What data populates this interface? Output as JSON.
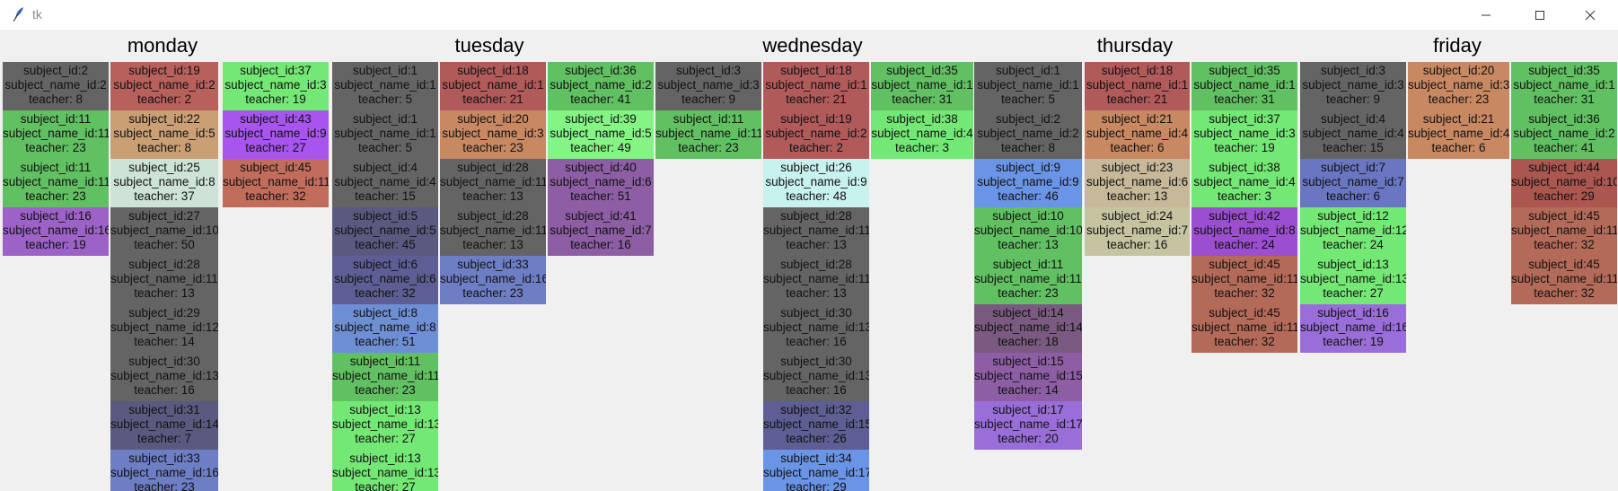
{
  "window": {
    "title": "tk",
    "icon": "feather-icon",
    "controls": [
      "minimize-icon",
      "maximize-icon",
      "close-icon"
    ]
  },
  "days": [
    "monday",
    "tuesday",
    "wednesday",
    "thursday",
    "friday"
  ],
  "colors": {
    "dgray": "#646464",
    "red": "#b7605c",
    "green": "#61c061",
    "lgreen": "#74e874",
    "purple": "#9c62c8",
    "brightpurple": "#a855f0",
    "tan": "#cb9f74",
    "mint": "#cde3d6",
    "salmon": "#c26d5c",
    "slate": "#5a5a80",
    "slate2": "#5e5e94",
    "blue": "#6f8fd4",
    "blue2": "#6e7ec4",
    "midpurple": "#8d5ea4",
    "ltgreen": "#84f484",
    "rosered": "#b05a5a",
    "aqua": "#c8f2ee",
    "bluecore": "#6a94e6",
    "mauve": "#7a5a80",
    "beige": "#c6b898",
    "beige2": "#c6c4a0",
    "lavender": "#9a6ed8",
    "rust": "#b46a58",
    "vivid": "#9c4ed0",
    "blueslate": "#6a76c2",
    "orangetan": "#c88862",
    "darkrose": "#ac5650"
  },
  "columns": [
    {
      "cells": [
        {
          "subject_id": "subject_id:2",
          "subject_name_id": "subject_name_id:2",
          "teacher": "teacher: 8",
          "color": "dgray"
        },
        {
          "subject_id": "subject_id:11",
          "subject_name_id": "subject_name_id:11",
          "teacher": "teacher: 23",
          "color": "green"
        },
        {
          "subject_id": "subject_id:11",
          "subject_name_id": "subject_name_id:11",
          "teacher": "teacher: 23",
          "color": "green"
        },
        {
          "subject_id": "subject_id:16",
          "subject_name_id": "subject_name_id:16",
          "teacher": "teacher: 19",
          "color": "purple"
        }
      ]
    },
    {
      "cells": [
        {
          "subject_id": "subject_id:19",
          "subject_name_id": "subject_name_id:2",
          "teacher": "teacher: 2",
          "color": "red"
        },
        {
          "subject_id": "subject_id:22",
          "subject_name_id": "subject_name_id:5",
          "teacher": "teacher: 8",
          "color": "tan"
        },
        {
          "subject_id": "subject_id:25",
          "subject_name_id": "subject_name_id:8",
          "teacher": "teacher: 37",
          "color": "mint"
        },
        {
          "subject_id": "subject_id:27",
          "subject_name_id": "subject_name_id:10",
          "teacher": "teacher: 50",
          "color": "dgray"
        },
        {
          "subject_id": "subject_id:28",
          "subject_name_id": "subject_name_id:11",
          "teacher": "teacher: 13",
          "color": "dgray"
        },
        {
          "subject_id": "subject_id:29",
          "subject_name_id": "subject_name_id:12",
          "teacher": "teacher: 14",
          "color": "dgray"
        },
        {
          "subject_id": "subject_id:30",
          "subject_name_id": "subject_name_id:13",
          "teacher": "teacher: 16",
          "color": "dgray"
        },
        {
          "subject_id": "subject_id:31",
          "subject_name_id": "subject_name_id:14",
          "teacher": "teacher: 7",
          "color": "slate"
        },
        {
          "subject_id": "subject_id:33",
          "subject_name_id": "subject_name_id:16",
          "teacher": "teacher: 23",
          "color": "blue2"
        }
      ]
    },
    {
      "cells": [
        {
          "subject_id": "subject_id:37",
          "subject_name_id": "subject_name_id:3",
          "teacher": "teacher: 19",
          "color": "lgreen"
        },
        {
          "subject_id": "subject_id:43",
          "subject_name_id": "subject_name_id:9",
          "teacher": "teacher: 27",
          "color": "brightpurple"
        },
        {
          "subject_id": "subject_id:45",
          "subject_name_id": "subject_name_id:11",
          "teacher": "teacher: 32",
          "color": "salmon"
        }
      ]
    },
    {
      "cells": [
        {
          "subject_id": "subject_id:1",
          "subject_name_id": "subject_name_id:1",
          "teacher": "teacher: 5",
          "color": "dgray"
        },
        {
          "subject_id": "subject_id:1",
          "subject_name_id": "subject_name_id:1",
          "teacher": "teacher: 5",
          "color": "dgray"
        },
        {
          "subject_id": "subject_id:4",
          "subject_name_id": "subject_name_id:4",
          "teacher": "teacher: 15",
          "color": "dgray"
        },
        {
          "subject_id": "subject_id:5",
          "subject_name_id": "subject_name_id:5",
          "teacher": "teacher: 45",
          "color": "slate"
        },
        {
          "subject_id": "subject_id:6",
          "subject_name_id": "subject_name_id:6",
          "teacher": "teacher: 32",
          "color": "slate2"
        },
        {
          "subject_id": "subject_id:8",
          "subject_name_id": "subject_name_id:8",
          "teacher": "teacher: 51",
          "color": "blue"
        },
        {
          "subject_id": "subject_id:11",
          "subject_name_id": "subject_name_id:11",
          "teacher": "teacher: 23",
          "color": "green"
        },
        {
          "subject_id": "subject_id:13",
          "subject_name_id": "subject_name_id:13",
          "teacher": "teacher: 27",
          "color": "lgreen"
        },
        {
          "subject_id": "subject_id:13",
          "subject_name_id": "subject_name_id:13",
          "teacher": "teacher: 27",
          "color": "lgreen"
        }
      ]
    },
    {
      "cells": [
        {
          "subject_id": "subject_id:18",
          "subject_name_id": "subject_name_id:1",
          "teacher": "teacher: 21",
          "color": "rosered"
        },
        {
          "subject_id": "subject_id:20",
          "subject_name_id": "subject_name_id:3",
          "teacher": "teacher: 23",
          "color": "orangetan"
        },
        {
          "subject_id": "subject_id:28",
          "subject_name_id": "subject_name_id:11",
          "teacher": "teacher: 13",
          "color": "dgray"
        },
        {
          "subject_id": "subject_id:28",
          "subject_name_id": "subject_name_id:11",
          "teacher": "teacher: 13",
          "color": "dgray"
        },
        {
          "subject_id": "subject_id:33",
          "subject_name_id": "subject_name_id:16",
          "teacher": "teacher: 23",
          "color": "blue2"
        }
      ]
    },
    {
      "cells": [
        {
          "subject_id": "subject_id:36",
          "subject_name_id": "subject_name_id:2",
          "teacher": "teacher: 41",
          "color": "green"
        },
        {
          "subject_id": "subject_id:39",
          "subject_name_id": "subject_name_id:5",
          "teacher": "teacher: 49",
          "color": "ltgreen"
        },
        {
          "subject_id": "subject_id:40",
          "subject_name_id": "subject_name_id:6",
          "teacher": "teacher: 51",
          "color": "midpurple"
        },
        {
          "subject_id": "subject_id:41",
          "subject_name_id": "subject_name_id:7",
          "teacher": "teacher: 16",
          "color": "midpurple"
        }
      ]
    },
    {
      "cells": [
        {
          "subject_id": "subject_id:3",
          "subject_name_id": "subject_name_id:3",
          "teacher": "teacher: 9",
          "color": "dgray"
        },
        {
          "subject_id": "subject_id:11",
          "subject_name_id": "subject_name_id:11",
          "teacher": "teacher: 23",
          "color": "green"
        }
      ]
    },
    {
      "cells": [
        {
          "subject_id": "subject_id:18",
          "subject_name_id": "subject_name_id:1",
          "teacher": "teacher: 21",
          "color": "rosered"
        },
        {
          "subject_id": "subject_id:19",
          "subject_name_id": "subject_name_id:2",
          "teacher": "teacher: 2",
          "color": "rosered"
        },
        {
          "subject_id": "subject_id:26",
          "subject_name_id": "subject_name_id:9",
          "teacher": "teacher: 48",
          "color": "aqua"
        },
        {
          "subject_id": "subject_id:28",
          "subject_name_id": "subject_name_id:11",
          "teacher": "teacher: 13",
          "color": "dgray"
        },
        {
          "subject_id": "subject_id:28",
          "subject_name_id": "subject_name_id:11",
          "teacher": "teacher: 13",
          "color": "dgray"
        },
        {
          "subject_id": "subject_id:30",
          "subject_name_id": "subject_name_id:13",
          "teacher": "teacher: 16",
          "color": "dgray"
        },
        {
          "subject_id": "subject_id:30",
          "subject_name_id": "subject_name_id:13",
          "teacher": "teacher: 16",
          "color": "dgray"
        },
        {
          "subject_id": "subject_id:32",
          "subject_name_id": "subject_name_id:15",
          "teacher": "teacher: 26",
          "color": "slate2"
        },
        {
          "subject_id": "subject_id:34",
          "subject_name_id": "subject_name_id:17",
          "teacher": "teacher: 29",
          "color": "bluecore"
        }
      ]
    },
    {
      "cells": [
        {
          "subject_id": "subject_id:35",
          "subject_name_id": "subject_name_id:1",
          "teacher": "teacher: 31",
          "color": "green"
        },
        {
          "subject_id": "subject_id:38",
          "subject_name_id": "subject_name_id:4",
          "teacher": "teacher: 3",
          "color": "lgreen"
        }
      ]
    },
    {
      "cells": [
        {
          "subject_id": "subject_id:1",
          "subject_name_id": "subject_name_id:1",
          "teacher": "teacher: 5",
          "color": "dgray"
        },
        {
          "subject_id": "subject_id:2",
          "subject_name_id": "subject_name_id:2",
          "teacher": "teacher: 8",
          "color": "dgray"
        },
        {
          "subject_id": "subject_id:9",
          "subject_name_id": "subject_name_id:9",
          "teacher": "teacher: 46",
          "color": "bluecore"
        },
        {
          "subject_id": "subject_id:10",
          "subject_name_id": "subject_name_id:10",
          "teacher": "teacher: 13",
          "color": "green"
        },
        {
          "subject_id": "subject_id:11",
          "subject_name_id": "subject_name_id:11",
          "teacher": "teacher: 23",
          "color": "green"
        },
        {
          "subject_id": "subject_id:14",
          "subject_name_id": "subject_name_id:14",
          "teacher": "teacher: 18",
          "color": "mauve"
        },
        {
          "subject_id": "subject_id:15",
          "subject_name_id": "subject_name_id:15",
          "teacher": "teacher: 14",
          "color": "midpurple"
        },
        {
          "subject_id": "subject_id:17",
          "subject_name_id": "subject_name_id:17",
          "teacher": "teacher: 20",
          "color": "lavender"
        }
      ]
    },
    {
      "cells": [
        {
          "subject_id": "subject_id:18",
          "subject_name_id": "subject_name_id:1",
          "teacher": "teacher: 21",
          "color": "rosered"
        },
        {
          "subject_id": "subject_id:21",
          "subject_name_id": "subject_name_id:4",
          "teacher": "teacher: 6",
          "color": "orangetan"
        },
        {
          "subject_id": "subject_id:23",
          "subject_name_id": "subject_name_id:6",
          "teacher": "teacher: 13",
          "color": "beige"
        },
        {
          "subject_id": "subject_id:24",
          "subject_name_id": "subject_name_id:7",
          "teacher": "teacher: 16",
          "color": "beige2"
        }
      ]
    },
    {
      "cells": [
        {
          "subject_id": "subject_id:35",
          "subject_name_id": "subject_name_id:1",
          "teacher": "teacher: 31",
          "color": "green"
        },
        {
          "subject_id": "subject_id:37",
          "subject_name_id": "subject_name_id:3",
          "teacher": "teacher: 19",
          "color": "lgreen"
        },
        {
          "subject_id": "subject_id:38",
          "subject_name_id": "subject_name_id:4",
          "teacher": "teacher: 3",
          "color": "lgreen"
        },
        {
          "subject_id": "subject_id:42",
          "subject_name_id": "subject_name_id:8",
          "teacher": "teacher: 24",
          "color": "vivid"
        },
        {
          "subject_id": "subject_id:45",
          "subject_name_id": "subject_name_id:11",
          "teacher": "teacher: 32",
          "color": "rust"
        },
        {
          "subject_id": "subject_id:45",
          "subject_name_id": "subject_name_id:11",
          "teacher": "teacher: 32",
          "color": "rust"
        }
      ]
    },
    {
      "cells": [
        {
          "subject_id": "subject_id:3",
          "subject_name_id": "subject_name_id:3",
          "teacher": "teacher: 9",
          "color": "dgray"
        },
        {
          "subject_id": "subject_id:4",
          "subject_name_id": "subject_name_id:4",
          "teacher": "teacher: 15",
          "color": "dgray"
        },
        {
          "subject_id": "subject_id:7",
          "subject_name_id": "subject_name_id:7",
          "teacher": "teacher: 6",
          "color": "blueslate"
        },
        {
          "subject_id": "subject_id:12",
          "subject_name_id": "subject_name_id:12",
          "teacher": "teacher: 24",
          "color": "lgreen"
        },
        {
          "subject_id": "subject_id:13",
          "subject_name_id": "subject_name_id:13",
          "teacher": "teacher: 27",
          "color": "lgreen"
        },
        {
          "subject_id": "subject_id:16",
          "subject_name_id": "subject_name_id:16",
          "teacher": "teacher: 19",
          "color": "lavender"
        }
      ]
    },
    {
      "cells": [
        {
          "subject_id": "subject_id:20",
          "subject_name_id": "subject_name_id:3",
          "teacher": "teacher: 23",
          "color": "orangetan"
        },
        {
          "subject_id": "subject_id:21",
          "subject_name_id": "subject_name_id:4",
          "teacher": "teacher: 6",
          "color": "orangetan"
        }
      ]
    },
    {
      "cells": [
        {
          "subject_id": "subject_id:35",
          "subject_name_id": "subject_name_id:1",
          "teacher": "teacher: 31",
          "color": "green"
        },
        {
          "subject_id": "subject_id:36",
          "subject_name_id": "subject_name_id:2",
          "teacher": "teacher: 41",
          "color": "green"
        },
        {
          "subject_id": "subject_id:44",
          "subject_name_id": "subject_name_id:10",
          "teacher": "teacher: 29",
          "color": "darkrose"
        },
        {
          "subject_id": "subject_id:45",
          "subject_name_id": "subject_name_id:11",
          "teacher": "teacher: 32",
          "color": "rust"
        },
        {
          "subject_id": "subject_id:45",
          "subject_name_id": "subject_name_id:11",
          "teacher": "teacher: 32",
          "color": "rust"
        }
      ]
    }
  ]
}
